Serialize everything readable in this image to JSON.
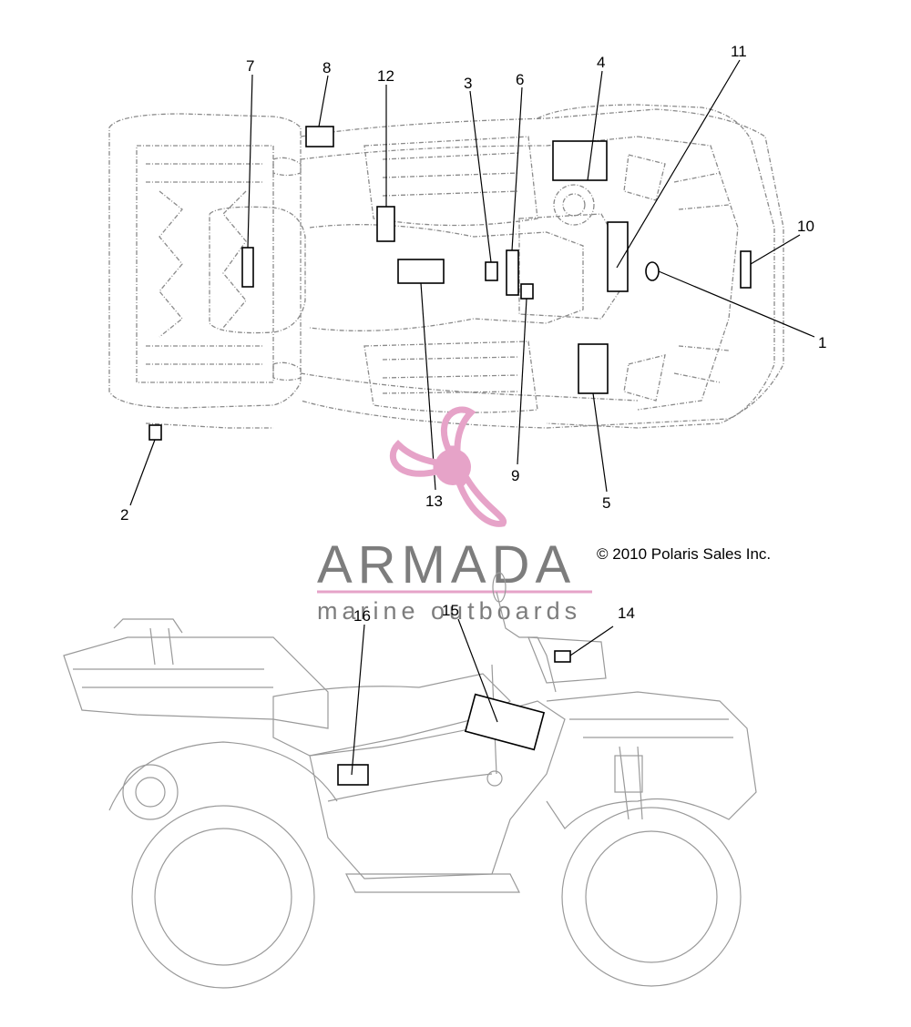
{
  "callouts": [
    {
      "id": "1",
      "label": "1"
    },
    {
      "id": "2",
      "label": "2"
    },
    {
      "id": "3",
      "label": "3"
    },
    {
      "id": "4",
      "label": "4"
    },
    {
      "id": "5",
      "label": "5"
    },
    {
      "id": "6",
      "label": "6"
    },
    {
      "id": "7",
      "label": "7"
    },
    {
      "id": "8",
      "label": "8"
    },
    {
      "id": "9",
      "label": "9"
    },
    {
      "id": "10",
      "label": "10"
    },
    {
      "id": "11",
      "label": "11"
    },
    {
      "id": "12",
      "label": "12"
    },
    {
      "id": "13",
      "label": "13"
    },
    {
      "id": "14",
      "label": "14"
    },
    {
      "id": "15",
      "label": "15"
    },
    {
      "id": "16",
      "label": "16"
    }
  ],
  "copyright": "© 2010 Polaris Sales Inc.",
  "watermark": {
    "brand": "ARMADA",
    "tagline": "marine outboards",
    "accent_color": "#e6a3c8",
    "text_color": "#7d7d7d",
    "icon": "propeller-logo-icon"
  },
  "colors": {
    "outline": "#8a8a8a",
    "decal": "#000000",
    "background": "#ffffff"
  }
}
